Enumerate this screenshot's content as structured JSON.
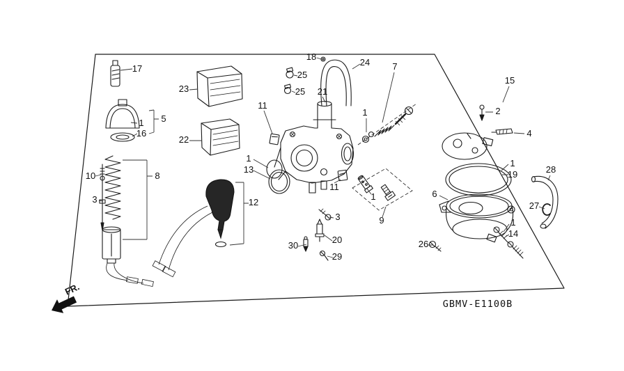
{
  "diagram": {
    "code": "GBMV-E1100B",
    "fr_label": "FR.",
    "line_color": "#1a1a1a",
    "background": "#ffffff",
    "callouts": [
      {
        "n": "17"
      },
      {
        "n": "5"
      },
      {
        "n": "1"
      },
      {
        "n": "16"
      },
      {
        "n": "10"
      },
      {
        "n": "8"
      },
      {
        "n": "3"
      },
      {
        "n": "23"
      },
      {
        "n": "22"
      },
      {
        "n": "11"
      },
      {
        "n": "1"
      },
      {
        "n": "13"
      },
      {
        "n": "12"
      },
      {
        "n": "18"
      },
      {
        "n": "25"
      },
      {
        "n": "25"
      },
      {
        "n": "21"
      },
      {
        "n": "24"
      },
      {
        "n": "7"
      },
      {
        "n": "1"
      },
      {
        "n": "15"
      },
      {
        "n": "2"
      },
      {
        "n": "4"
      },
      {
        "n": "1"
      },
      {
        "n": "19"
      },
      {
        "n": "6"
      },
      {
        "n": "28"
      },
      {
        "n": "27"
      },
      {
        "n": "1"
      },
      {
        "n": "14"
      },
      {
        "n": "26"
      },
      {
        "n": "11"
      },
      {
        "n": "1"
      },
      {
        "n": "9"
      },
      {
        "n": "3"
      },
      {
        "n": "30"
      },
      {
        "n": "20"
      },
      {
        "n": "29"
      }
    ]
  }
}
